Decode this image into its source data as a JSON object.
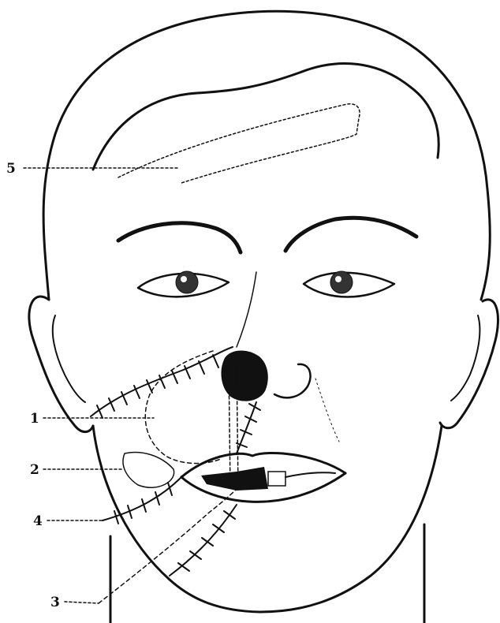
{
  "figure": {
    "labels": [
      {
        "id": "1",
        "text": "1"
      },
      {
        "id": "2",
        "text": "2"
      },
      {
        "id": "3",
        "text": "3"
      },
      {
        "id": "4",
        "text": "4"
      },
      {
        "id": "5",
        "text": "5"
      }
    ]
  }
}
